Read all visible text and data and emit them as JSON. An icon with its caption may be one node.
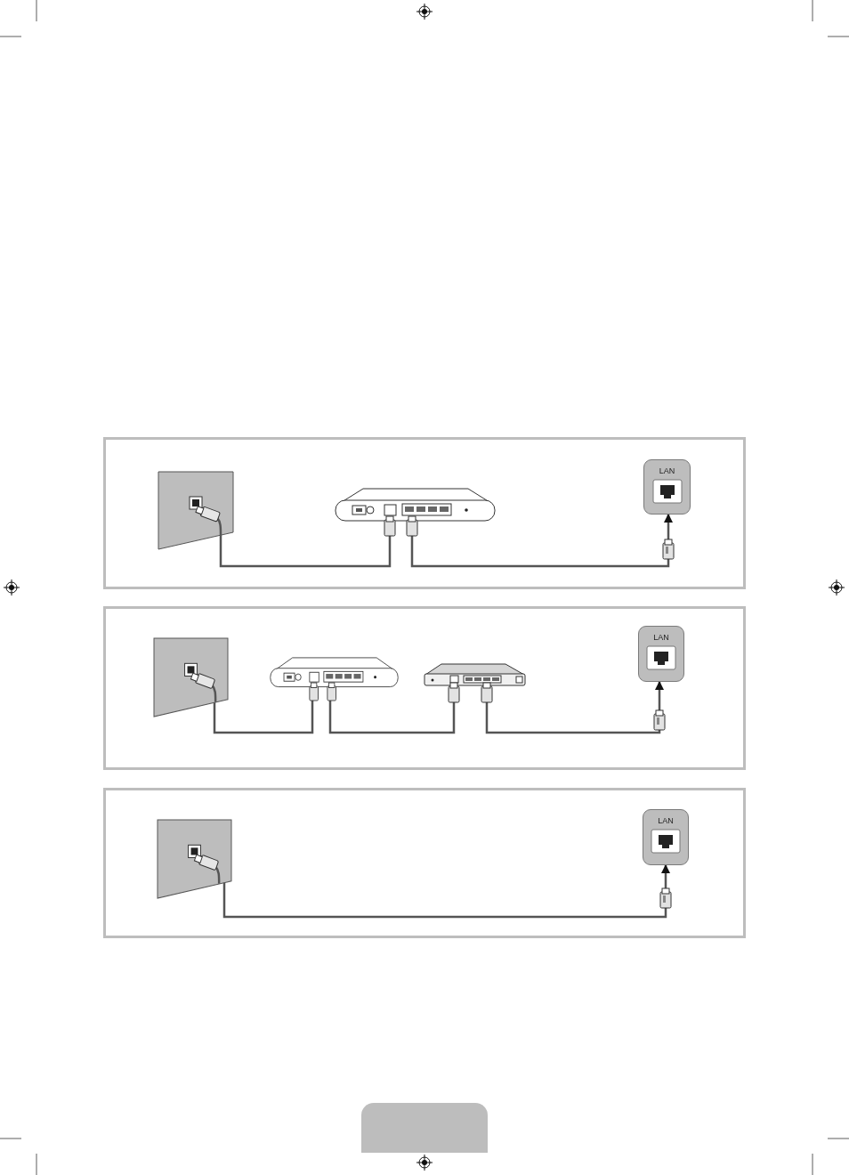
{
  "diagram": {
    "nodes": [
      {
        "text": [],
        "shape": "box"
      },
      {
        "text": [],
        "shape": "picture",
        "in": 0
      },
      {
        "text": [],
        "shape": "picture",
        "in": 0
      },
      {
        "text": [
          "LAN"
        ],
        "in": 0
      },
      {
        "text": [],
        "shape": "box"
      },
      {
        "text": [],
        "shape": "picture",
        "in": 4
      },
      {
        "text": [],
        "shape": "picture",
        "in": 4
      },
      {
        "text": [],
        "shape": "picture",
        "in": 4
      },
      {
        "text": [
          "LAN"
        ],
        "in": 4
      },
      {
        "text": [],
        "shape": "box"
      },
      {
        "text": [],
        "shape": "picture",
        "in": 9
      },
      {
        "text": [
          "LAN"
        ],
        "in": 9
      }
    ],
    "edges": [
      {
        "from": 1,
        "to": 2,
        "arrow": "none"
      },
      {
        "from": 2,
        "to": 3,
        "arrow": "to"
      },
      {
        "from": 5,
        "to": 6,
        "arrow": "none"
      },
      {
        "from": 6,
        "to": 7,
        "arrow": "none"
      },
      {
        "from": 7,
        "to": 8,
        "arrow": "to"
      },
      {
        "from": 10,
        "to": 11,
        "arrow": "to"
      }
    ]
  }
}
